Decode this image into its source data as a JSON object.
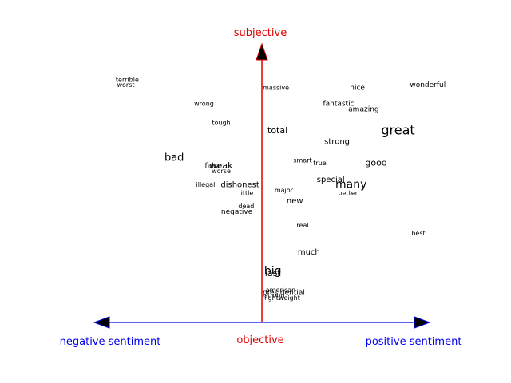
{
  "labels": {
    "top": "subjective",
    "bottom": "objective",
    "left": "negative sentiment",
    "right": "positive sentiment"
  },
  "colors": {
    "vertical_axis": "#e00000",
    "horizontal_axis": "#0000ee",
    "arrow_fill": "#000000",
    "text": "#000000"
  },
  "chart_data": {
    "type": "scatter",
    "x_axis": {
      "negative_label": "negative sentiment",
      "positive_label": "positive sentiment"
    },
    "y_axis": {
      "top_label": "subjective",
      "bottom_label": "objective"
    },
    "words": [
      {
        "text": "terrible",
        "x": -0.86,
        "y": 0.9,
        "size": 8
      },
      {
        "text": "worst",
        "x": -0.87,
        "y": 0.88,
        "size": 8
      },
      {
        "text": "massive",
        "x": 0.09,
        "y": 0.87,
        "size": 8
      },
      {
        "text": "nice",
        "x": 0.61,
        "y": 0.87,
        "size": 9
      },
      {
        "text": "wonderful",
        "x": 1.06,
        "y": 0.88,
        "size": 9
      },
      {
        "text": "wrong",
        "x": -0.37,
        "y": 0.81,
        "size": 8
      },
      {
        "text": "fantastic",
        "x": 0.49,
        "y": 0.81,
        "size": 9
      },
      {
        "text": "amazing",
        "x": 0.65,
        "y": 0.79,
        "size": 9
      },
      {
        "text": "tough",
        "x": -0.26,
        "y": 0.74,
        "size": 8
      },
      {
        "text": "total",
        "x": 0.1,
        "y": 0.71,
        "size": 11
      },
      {
        "text": "great",
        "x": 0.87,
        "y": 0.71,
        "size": 16
      },
      {
        "text": "strong",
        "x": 0.48,
        "y": 0.67,
        "size": 10
      },
      {
        "text": "bad",
        "x": -0.56,
        "y": 0.61,
        "size": 13
      },
      {
        "text": "smart",
        "x": 0.26,
        "y": 0.6,
        "size": 8
      },
      {
        "text": "true",
        "x": 0.37,
        "y": 0.59,
        "size": 8
      },
      {
        "text": "good",
        "x": 0.73,
        "y": 0.59,
        "size": 11
      },
      {
        "text": "false",
        "x": -0.31,
        "y": 0.58,
        "size": 9
      },
      {
        "text": "weak",
        "x": -0.26,
        "y": 0.58,
        "size": 11
      },
      {
        "text": "worse",
        "x": -0.26,
        "y": 0.56,
        "size": 8
      },
      {
        "text": "special",
        "x": 0.44,
        "y": 0.53,
        "size": 10
      },
      {
        "text": "many",
        "x": 0.57,
        "y": 0.51,
        "size": 14
      },
      {
        "text": "illegal",
        "x": -0.36,
        "y": 0.51,
        "size": 8
      },
      {
        "text": "dishonest",
        "x": -0.14,
        "y": 0.51,
        "size": 10
      },
      {
        "text": "major",
        "x": 0.14,
        "y": 0.49,
        "size": 8
      },
      {
        "text": "little",
        "x": -0.1,
        "y": 0.48,
        "size": 8
      },
      {
        "text": "better",
        "x": 0.55,
        "y": 0.48,
        "size": 8
      },
      {
        "text": "new",
        "x": 0.21,
        "y": 0.45,
        "size": 10
      },
      {
        "text": "dead",
        "x": -0.1,
        "y": 0.43,
        "size": 8
      },
      {
        "text": "negative",
        "x": -0.16,
        "y": 0.41,
        "size": 9
      },
      {
        "text": "real",
        "x": 0.26,
        "y": 0.36,
        "size": 8
      },
      {
        "text": "best",
        "x": 1.0,
        "y": 0.33,
        "size": 8
      },
      {
        "text": "much",
        "x": 0.3,
        "y": 0.26,
        "size": 10
      },
      {
        "text": "big",
        "x": 0.07,
        "y": 0.19,
        "size": 14
      },
      {
        "text": "last",
        "x": 0.07,
        "y": 0.18,
        "size": 11
      },
      {
        "text": "american",
        "x": 0.12,
        "y": 0.12,
        "size": 8
      },
      {
        "text": "presidential",
        "x": 0.14,
        "y": 0.11,
        "size": 9
      },
      {
        "text": "strong",
        "x": 0.08,
        "y": 0.1,
        "size": 8
      },
      {
        "text": "lightweight",
        "x": 0.13,
        "y": 0.09,
        "size": 8
      }
    ]
  }
}
